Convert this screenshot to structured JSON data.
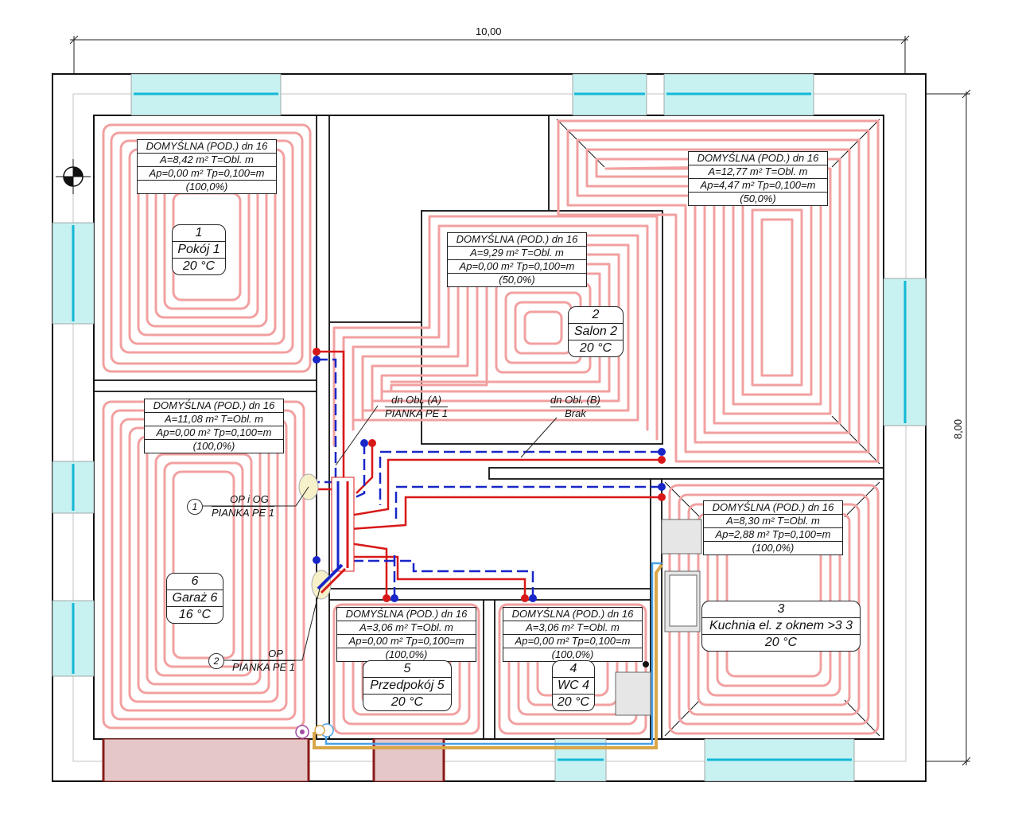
{
  "dimensions": {
    "width_label": "10,00",
    "height_label": "8,00"
  },
  "loops": [
    {
      "id": "l1",
      "title": "DOMYŚLNA (POD.)  dn 16",
      "area": "A=8,42 m² T=Obl. m",
      "ap": "Ap=0,00 m² Tp=0,100=m",
      "pct": "(100,0%)"
    },
    {
      "id": "l3big",
      "title": "DOMYŚLNA (POD.)  dn 16",
      "area": "A=12,77 m² T=Obl. m",
      "ap": "Ap=4,47 m² Tp=0,100=m",
      "pct": "(50,0%)"
    },
    {
      "id": "l2",
      "title": "DOMYŚLNA (POD.)  dn 16",
      "area": "A=9,29 m² T=Obl. m",
      "ap": "Ap=0,00 m² Tp=0,100=m",
      "pct": "(50,0%)"
    },
    {
      "id": "l6",
      "title": "DOMYŚLNA (POD.)  dn 16",
      "area": "A=11,08 m² T=Obl. m",
      "ap": "Ap=0,00 m² Tp=0,100=m",
      "pct": "(100,0%)"
    },
    {
      "id": "l3",
      "title": "DOMYŚLNA (POD.)  dn 16",
      "area": "A=8,30 m² T=Obl. m",
      "ap": "Ap=2,88 m² Tp=0,100=m",
      "pct": "(100,0%)"
    },
    {
      "id": "l5",
      "title": "DOMYŚLNA (POD.)  dn 16",
      "area": "A=3,06 m² T=Obl. m",
      "ap": "Ap=0,00 m² Tp=0,100=m",
      "pct": "(100,0%)"
    },
    {
      "id": "l4",
      "title": "DOMYŚLNA (POD.)  dn 16",
      "area": "A=3,06 m² T=Obl. m",
      "ap": "Ap=0,00 m² Tp=0,100=m",
      "pct": "(100,0%)"
    }
  ],
  "rooms": [
    {
      "num": "1",
      "name": "Pokój 1",
      "temp": "20 °C"
    },
    {
      "num": "2",
      "name": "Salon 2",
      "temp": "20 °C"
    },
    {
      "num": "6",
      "name": "Garaż 6",
      "temp": "16 °C"
    },
    {
      "num": "3",
      "name": "Kuchnia el. z oknem >3 3",
      "temp": "20 °C"
    },
    {
      "num": "5",
      "name": "Przedpokój 5",
      "temp": "20 °C"
    },
    {
      "num": "4",
      "name": "WC 4",
      "temp": "20 °C"
    }
  ],
  "tags": {
    "a_line1": "dn Obl.  (A)",
    "a_line2": "PIANKA PE 1",
    "b_line1": "dn Obl.  (B)",
    "b_line2": "Brak",
    "c1_num": "1",
    "c1_line1": "OP i OG",
    "c1_line2": "PIANKA PE 1",
    "c2_num": "2",
    "c2_line1": "OP",
    "c2_line2": "PIANKA PE 1"
  },
  "colors": {
    "wall": "#111111",
    "window": "#c8f1f1",
    "window_line": "#13b8d6",
    "heating": "#f2a0a0",
    "supply": "#d81818",
    "return": "#1826c8",
    "water": "#4aa0e6",
    "gas": "#d9a648",
    "door": "#e5c7c7"
  }
}
